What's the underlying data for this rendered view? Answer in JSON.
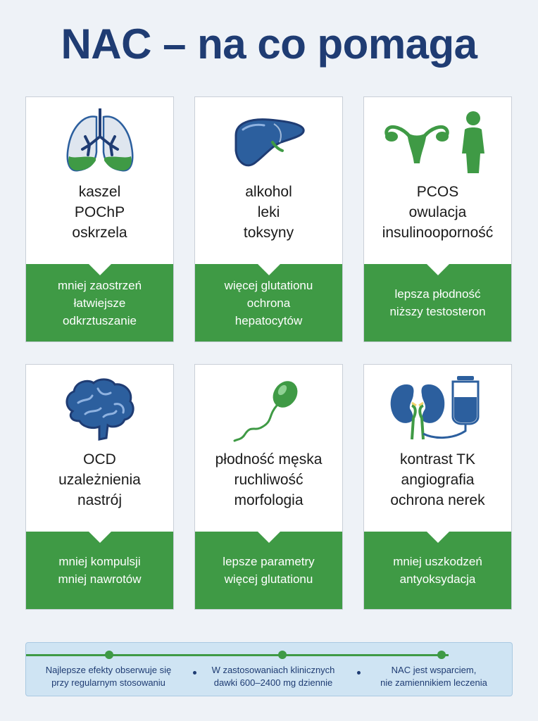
{
  "title": "NAC – na co pomaga",
  "cards": [
    {
      "icon": "lungs-icon",
      "top": [
        "kaszel",
        "POChP",
        "oskrzela"
      ],
      "bottom": [
        "mniej zaostrzeń",
        "łatwiejsze",
        "odkrztuszanie"
      ]
    },
    {
      "icon": "liver-icon",
      "top": [
        "alkohol",
        "leki",
        "toksyny"
      ],
      "bottom": [
        "więcej glutationu",
        "ochrona",
        "hepatocytów"
      ]
    },
    {
      "icon": "uterus-female-icon",
      "top": [
        "PCOS",
        "owulacja",
        "insulinooporność"
      ],
      "bottom": [
        "lepsza płodność",
        "niższy testosteron"
      ]
    },
    {
      "icon": "brain-icon",
      "top": [
        "OCD",
        "uzależnienia",
        "nastrój"
      ],
      "bottom": [
        "mniej kompulsji",
        "mniej nawrotów"
      ]
    },
    {
      "icon": "sperm-icon",
      "top": [
        "płodność męska",
        "ruchliwość",
        "morfologia"
      ],
      "bottom": [
        "lepsze parametry",
        "więcej glutationu"
      ]
    },
    {
      "icon": "kidneys-iv-bag-icon",
      "top": [
        "kontrast TK",
        "angiografia",
        "ochrona nerek"
      ],
      "bottom": [
        "mniej uszkodzeń",
        "antyoksydacja"
      ]
    }
  ],
  "footer": {
    "notes": [
      [
        "Najlepsze efekty obserwuje się",
        "przy regularnym stosowaniu"
      ],
      [
        "W zastosowaniach klinicznych",
        "dawki 600–2400 mg dziennie"
      ],
      [
        "NAC jest wsparciem,",
        "nie zamiennikiem leczenia"
      ]
    ]
  },
  "colors": {
    "title": "#1f3c73",
    "green": "#3f9a45",
    "blue": "#2c5f9e",
    "footer_bg": "#cfe4f3"
  }
}
